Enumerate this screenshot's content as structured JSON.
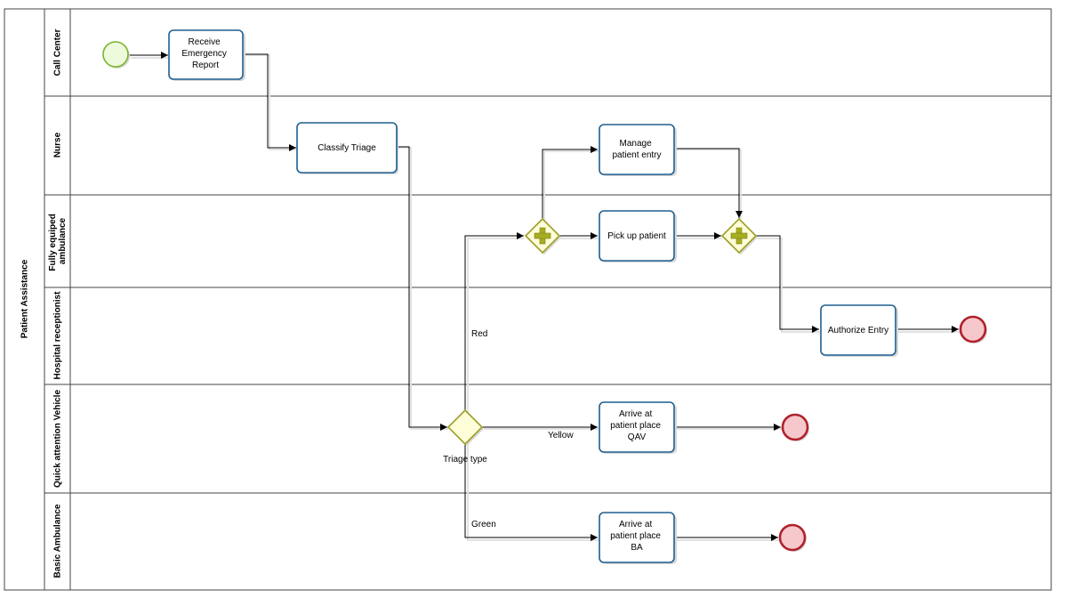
{
  "pool": {
    "name": "Patient Assistance"
  },
  "lanes": [
    {
      "id": "call-center",
      "name": "Call Center"
    },
    {
      "id": "nurse",
      "name": "Nurse"
    },
    {
      "id": "fully-equipped-ambulance",
      "name": "Fully equiped ambulance"
    },
    {
      "id": "hospital-receptionist",
      "name": "Hospital receptionist"
    },
    {
      "id": "quick-attention-vehicle",
      "name": "Quick attention Vehicle"
    },
    {
      "id": "basic-ambulance",
      "name": "Basic Ambulance"
    }
  ],
  "tasks": {
    "receive_emergency_report": [
      "Receive",
      "Emergency",
      "Report"
    ],
    "classify_triage": [
      "Classify Triage"
    ],
    "manage_patient_entry": [
      "Manage",
      "patient entry"
    ],
    "pick_up_patient": [
      "Pick up patient"
    ],
    "authorize_entry": [
      "Authorize Entry"
    ],
    "arrive_qav": [
      "Arrive at",
      "patient place",
      "QAV"
    ],
    "arrive_ba": [
      "Arrive at",
      "patient place",
      "BA"
    ]
  },
  "gateways": {
    "triage_type": "Triage type"
  },
  "flow_labels": {
    "red": "Red",
    "yellow": "Yellow",
    "green": "Green"
  },
  "colors": {
    "task_border": "#1f5f8f",
    "start_fill": "#eefadc",
    "start_stroke": "#77b52a",
    "end_fill": "#f6c8cc",
    "end_stroke": "#b0222c",
    "gateway_fill": "#fdfdd8",
    "gateway_stroke": "#9d9d28",
    "plus_fill": "#a6ad22"
  }
}
